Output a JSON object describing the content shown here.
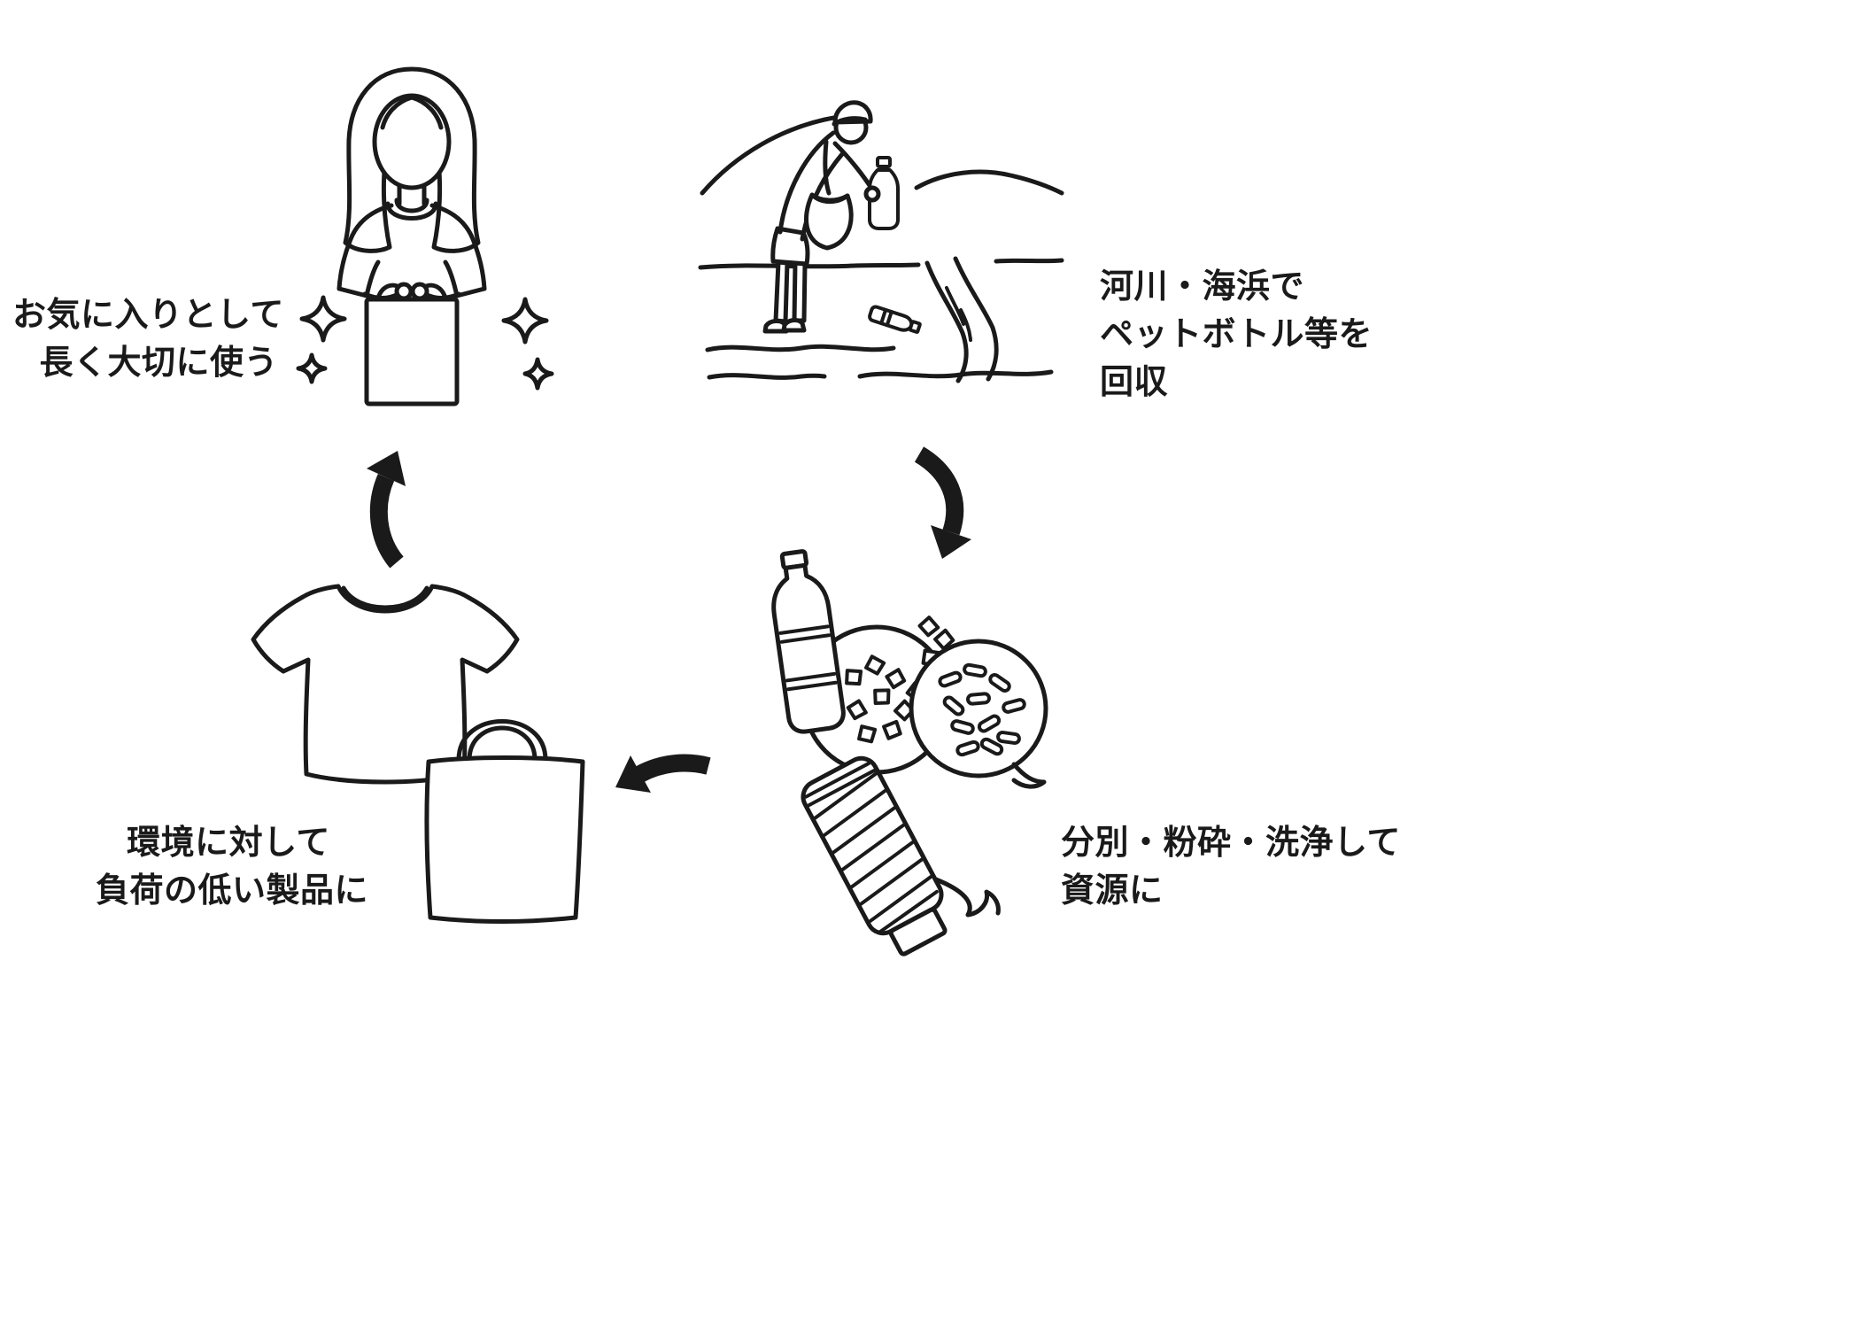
{
  "page": {
    "background": "#ffffff",
    "ink": "#1a1a1a",
    "description_icons": [
      "sparkle-icon",
      "arrow-icon"
    ]
  },
  "stages": {
    "collect": {
      "lines": [
        "河川・海浜で",
        "ペットボトル等を",
        "回収"
      ]
    },
    "process": {
      "lines": [
        "分別・粉砕・洗浄して",
        "資源に"
      ]
    },
    "product": {
      "lines": [
        "環境に対して",
        "負荷の低い製品に"
      ]
    },
    "use": {
      "lines": [
        "お気に入りとして",
        "長く大切に使う"
      ]
    }
  }
}
